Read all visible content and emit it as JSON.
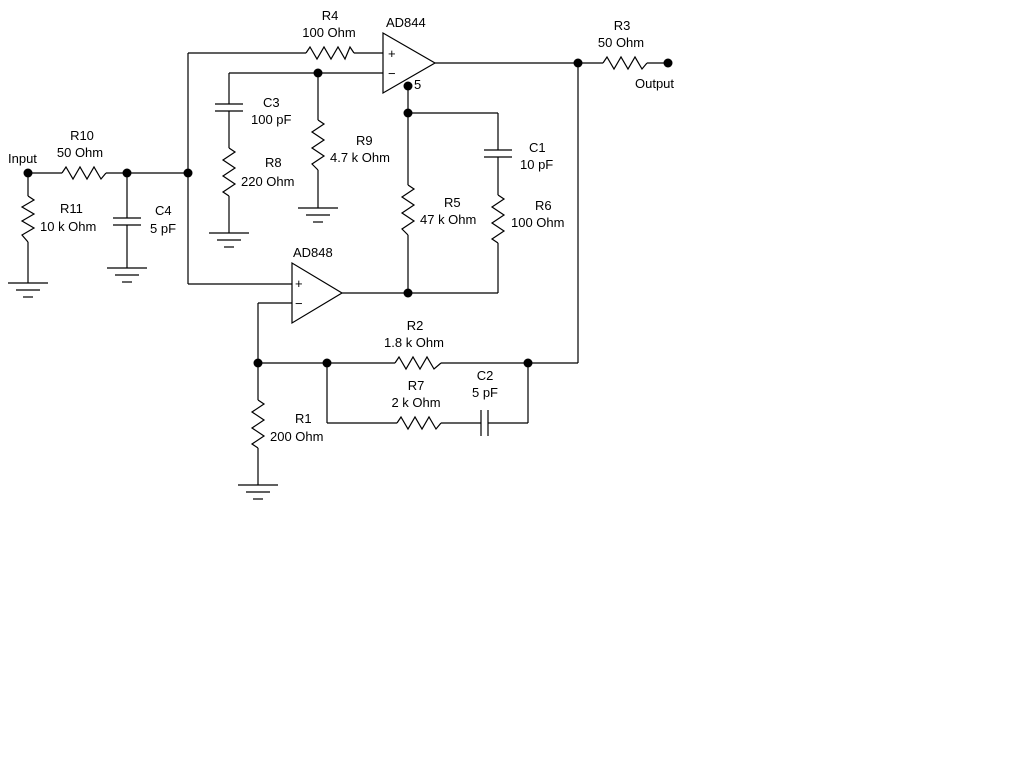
{
  "colors": {
    "background": "#ffffff",
    "ink": "#000000"
  },
  "ports": {
    "input": "Input",
    "output": "Output"
  },
  "opamps": {
    "u1": {
      "name": "AD844",
      "pin": "5",
      "plus": "+",
      "minus": "−"
    },
    "u2": {
      "name": "AD848",
      "plus": "+",
      "minus": "−"
    }
  },
  "resistors": {
    "r1": {
      "ref": "R1",
      "value": "200  Ohm"
    },
    "r2": {
      "ref": "R2",
      "value": "1.8 k Ohm"
    },
    "r3": {
      "ref": "R3",
      "value": "50  Ohm"
    },
    "r4": {
      "ref": "R4",
      "value": "100  Ohm"
    },
    "r5": {
      "ref": "R5",
      "value": "47 k Ohm"
    },
    "r6": {
      "ref": "R6",
      "value": "100  Ohm"
    },
    "r7": {
      "ref": "R7",
      "value": "2 k Ohm"
    },
    "r8": {
      "ref": "R8",
      "value": "220  Ohm"
    },
    "r9": {
      "ref": "R9",
      "value": "4.7 k Ohm"
    },
    "r10": {
      "ref": "R10",
      "value": "50  Ohm"
    },
    "r11": {
      "ref": "R11",
      "value": "10 k Ohm"
    }
  },
  "capacitors": {
    "c1": {
      "ref": "C1",
      "value": "10 pF"
    },
    "c2": {
      "ref": "C2",
      "value": "5 pF"
    },
    "c3": {
      "ref": "C3",
      "value": "100 pF"
    },
    "c4": {
      "ref": "C4",
      "value": "5 pF"
    }
  }
}
